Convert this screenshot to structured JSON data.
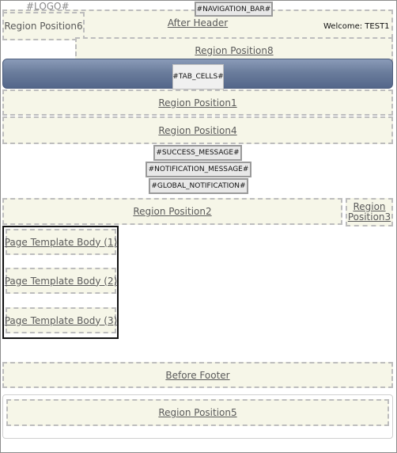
{
  "header": {
    "logo": "#LOGO#",
    "navigation_bar": "#NAVIGATION_BAR#",
    "after_header": "After Header",
    "welcome": "Welcome: TEST1",
    "region_position6": "Region Position6",
    "region_position8": "Region Position8"
  },
  "tab_bar": {
    "tab_cells": "#TAB_CELLS#"
  },
  "regions": {
    "position1": "Region Position1",
    "position4": "Region Position4",
    "position2": "Region Position2",
    "position3_line1": "Region",
    "position3_line2": "Position3",
    "position5": "Region Position5"
  },
  "messages": {
    "success": "#SUCCESS_MESSAGE#",
    "notification": "#NOTIFICATION_MESSAGE#",
    "global_notification": "#GLOBAL_NOTIFICATION#"
  },
  "body": {
    "items": [
      "Page Template Body (1)",
      "Page Template Body (2)",
      "Page Template Body (3)"
    ]
  },
  "footer": {
    "before_footer": "Before Footer"
  }
}
